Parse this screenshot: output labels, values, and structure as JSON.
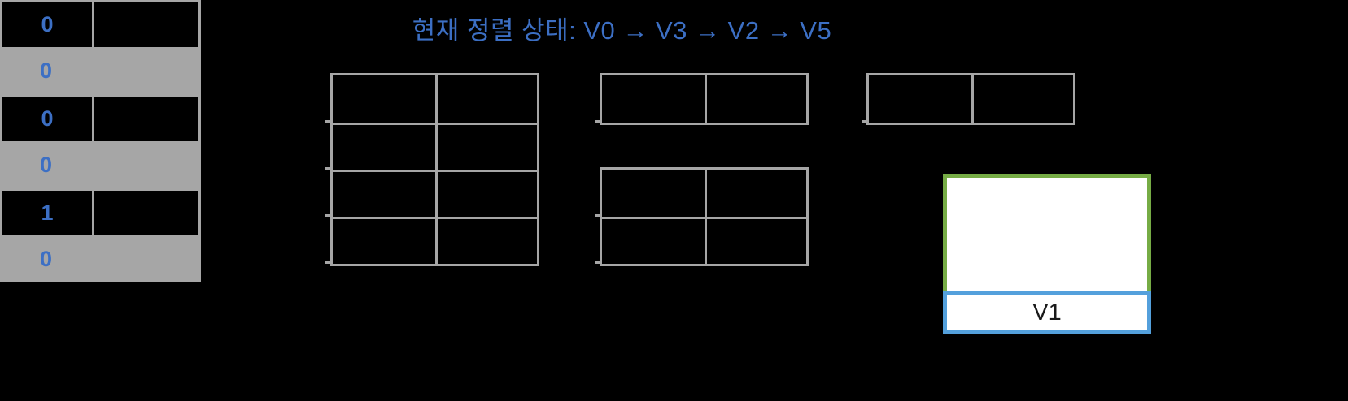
{
  "header": {
    "title": "현재 정렬 상태: V0 → V3 → V2 → V5",
    "accent_color": "#3c6fc4"
  },
  "colors": {
    "background": "#000000",
    "border_gray": "#a6a6a6",
    "shade_gray": "#a6a6a6",
    "value_blue": "#3c6fc4",
    "highlight_green": "#76ac45",
    "highlight_blue": "#54a0dc",
    "panel_white": "#ffffff"
  },
  "value_table": {
    "name": "visited-flags-table",
    "rows": [
      {
        "value": "0",
        "shaded": false
      },
      {
        "value": "0",
        "shaded": true
      },
      {
        "value": "0",
        "shaded": false
      },
      {
        "value": "0",
        "shaded": true
      },
      {
        "value": "1",
        "shaded": false
      },
      {
        "value": "0",
        "shaded": true
      }
    ]
  },
  "table_two": {
    "name": "adjacency-table-two",
    "row_count": 4,
    "column_count": 2,
    "cells": [
      [
        "",
        ""
      ],
      [
        "",
        ""
      ],
      [
        "",
        ""
      ],
      [
        "",
        ""
      ]
    ]
  },
  "table_three_a": {
    "name": "adjacency-table-three-top",
    "row_count": 1,
    "column_count": 2,
    "cells": [
      [
        "",
        ""
      ]
    ]
  },
  "table_three_b": {
    "name": "adjacency-table-three-bottom",
    "row_count": 2,
    "column_count": 2,
    "cells": [
      [
        "",
        ""
      ],
      [
        "",
        ""
      ]
    ]
  },
  "table_four": {
    "name": "adjacency-table-four",
    "row_count": 1,
    "column_count": 2,
    "cells": [
      [
        "",
        ""
      ]
    ]
  },
  "highlight": {
    "name": "current-node-highlight",
    "label": "V1"
  }
}
